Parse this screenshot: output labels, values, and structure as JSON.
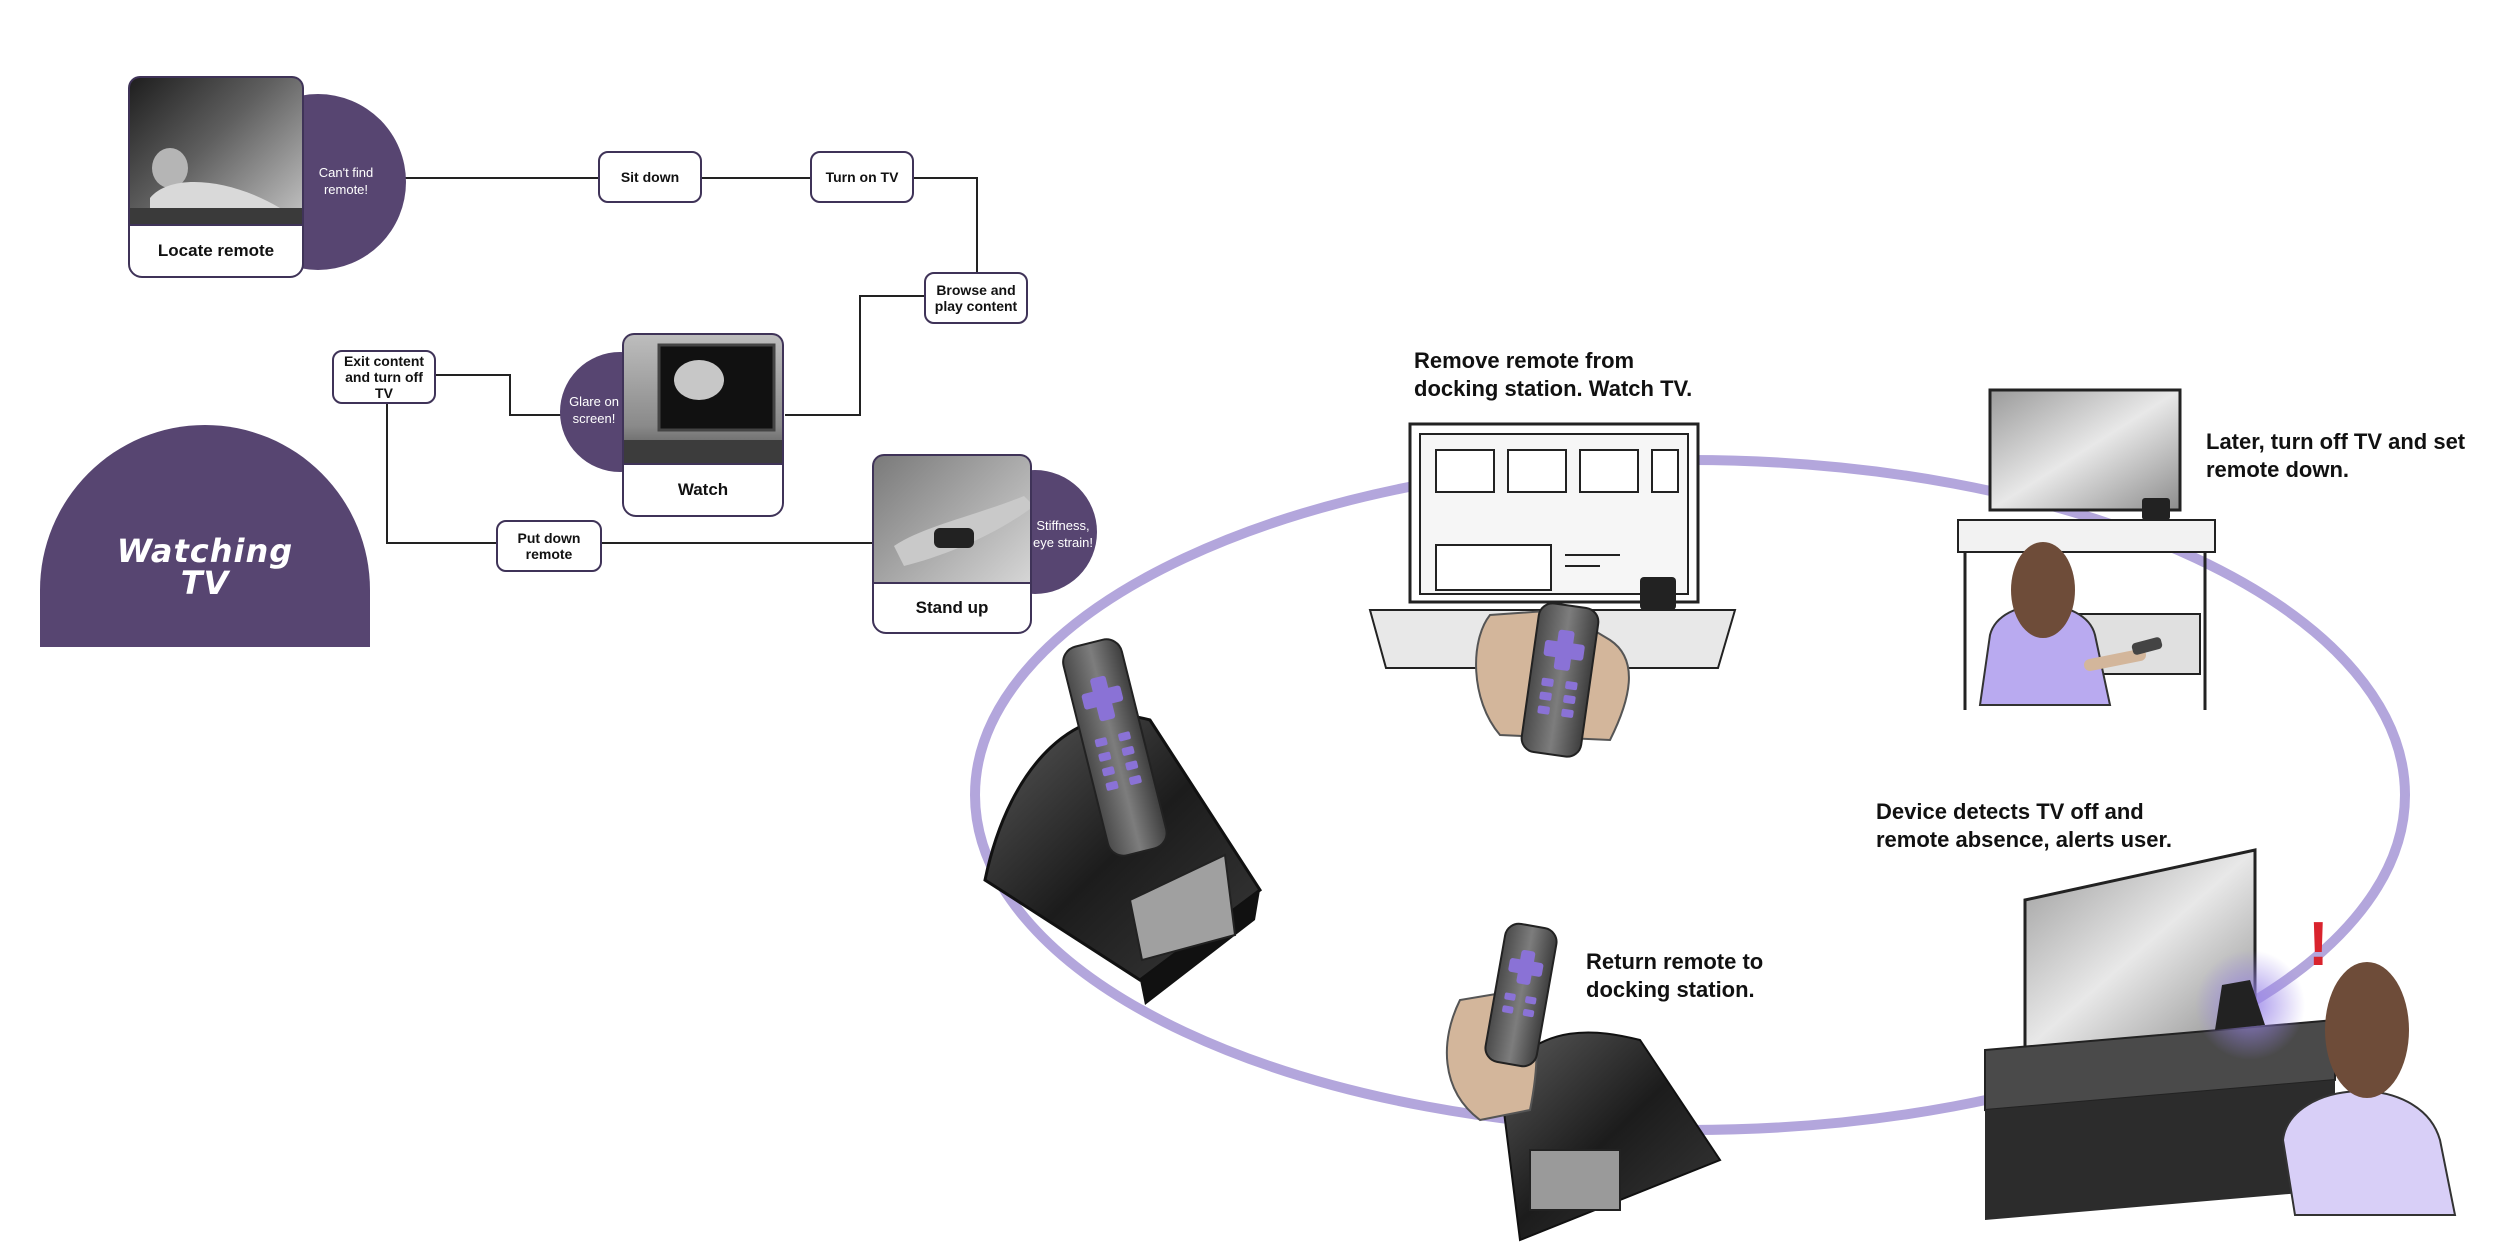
{
  "title": {
    "line1": "Watching",
    "line2": "TV"
  },
  "journey": {
    "locate_remote": "Locate remote",
    "cant_find": "Can't find remote!",
    "sit_down": "Sit down",
    "turn_on_tv": "Turn on TV",
    "browse_play": "Browse and play content",
    "exit_content": "Exit content and turn off TV",
    "glare": "Glare on screen!",
    "watch": "Watch",
    "put_down": "Put down remote",
    "stiffness": "Stiffness, eye strain!",
    "stand_up": "Stand up"
  },
  "cycle": {
    "step1": "Remove remote from docking station. Watch TV.",
    "step2": "Later, turn off TV and set remote down.",
    "step3": "Device detects TV off and remote absence, alerts user.",
    "step4": "Return remote to docking station.",
    "alert": "!"
  },
  "colors": {
    "brand_purple": "#574571",
    "loop_lavender": "#b3a6dc",
    "remote_buttons": "#8a72d6",
    "line_dark": "#222222"
  }
}
